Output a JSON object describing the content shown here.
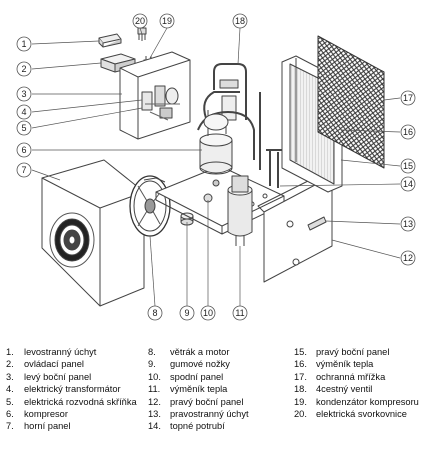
{
  "callouts": [
    "1",
    "2",
    "3",
    "4",
    "5",
    "6",
    "7",
    "8",
    "9",
    "10",
    "11",
    "12",
    "13",
    "14",
    "15",
    "16",
    "17",
    "18",
    "19",
    "20"
  ],
  "legend": {
    "col1": [
      {
        "num": "1.",
        "text": "levostranný úchyt"
      },
      {
        "num": "2.",
        "text": "ovládací panel"
      },
      {
        "num": "3.",
        "text": "levý boční panel"
      },
      {
        "num": "4.",
        "text": "elektrický transformátor"
      },
      {
        "num": "5.",
        "text": "elektrická rozvodná skříňka"
      },
      {
        "num": "6.",
        "text": "kompresor"
      },
      {
        "num": "7.",
        "text": "horní panel"
      }
    ],
    "col2": [
      {
        "num": "8.",
        "text": "větrák a motor"
      },
      {
        "num": "9.",
        "text": "gumové nožky"
      },
      {
        "num": "10.",
        "text": "spodní panel"
      },
      {
        "num": "11.",
        "text": "výměník tepla"
      },
      {
        "num": "12.",
        "text": "pravý boční panel"
      },
      {
        "num": "13.",
        "text": "pravostranný úchyt"
      },
      {
        "num": "14.",
        "text": "topné potrubí"
      }
    ],
    "col3": [
      {
        "num": "15.",
        "text": "pravý boční panel"
      },
      {
        "num": "16.",
        "text": "výměník tepla"
      },
      {
        "num": "17.",
        "text": "ochranná mřížka"
      },
      {
        "num": "18.",
        "text": "4cestný ventil"
      },
      {
        "num": "19.",
        "text": "kondenzátor kompresoru"
      },
      {
        "num": "20.",
        "text": "elektrická svorkovnice"
      }
    ]
  }
}
